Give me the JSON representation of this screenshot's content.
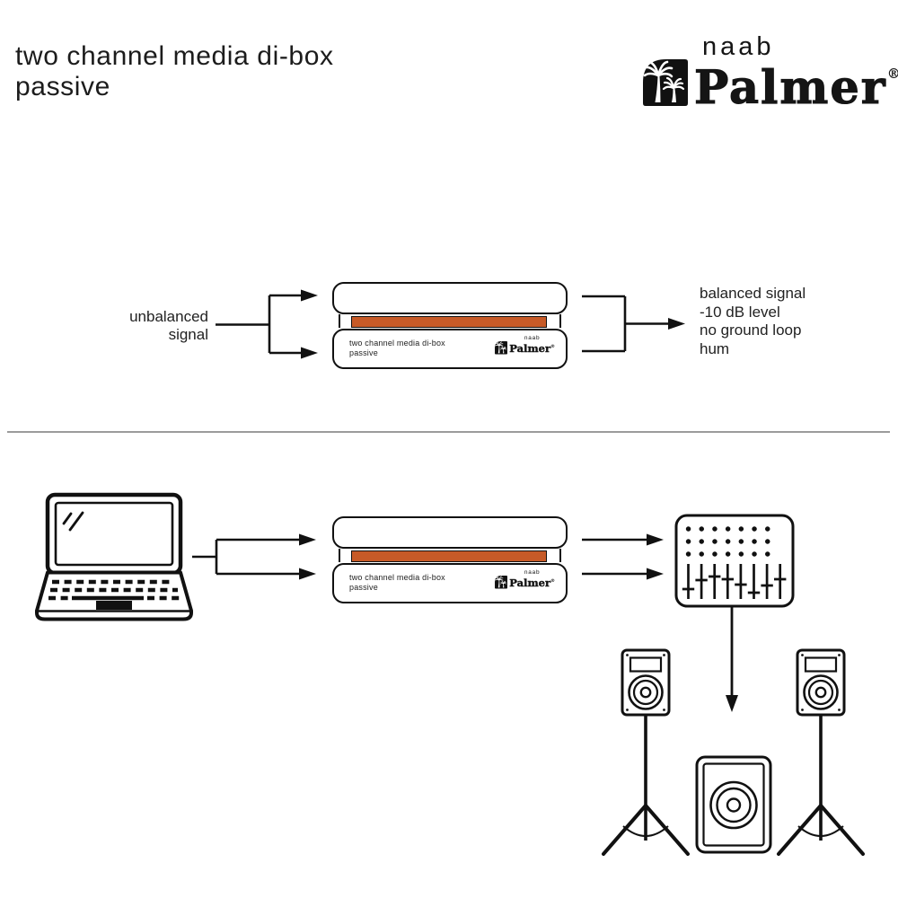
{
  "page": {
    "title_line1": "two channel media di-box",
    "title_line2": "passive"
  },
  "brand": {
    "name_top": "naab",
    "name_main": "Palmer",
    "registered_mark": "®",
    "icon": "palm-trees-icon"
  },
  "colors": {
    "line": "#111111",
    "device_stripe": "#c75a27",
    "divider": "#9b9b9b",
    "background": "#ffffff"
  },
  "diagram_top": {
    "input_label_line1": "unbalanced",
    "input_label_line2": "signal",
    "output_label_line1": "balanced signal",
    "output_label_line2": "-10 dB level",
    "output_label_line3": "no ground loop",
    "output_label_line4": "hum"
  },
  "device": {
    "label_line1": "two channel media di-box",
    "label_line2": "passive",
    "brand_top": "naab",
    "brand_main": "Palmer",
    "registered_mark": "®"
  },
  "diagram_bottom": {
    "icons": [
      "laptop-icon",
      "di-box-device",
      "mixer-icon",
      "speaker-left-icon",
      "speaker-right-icon",
      "subwoofer-icon"
    ]
  }
}
